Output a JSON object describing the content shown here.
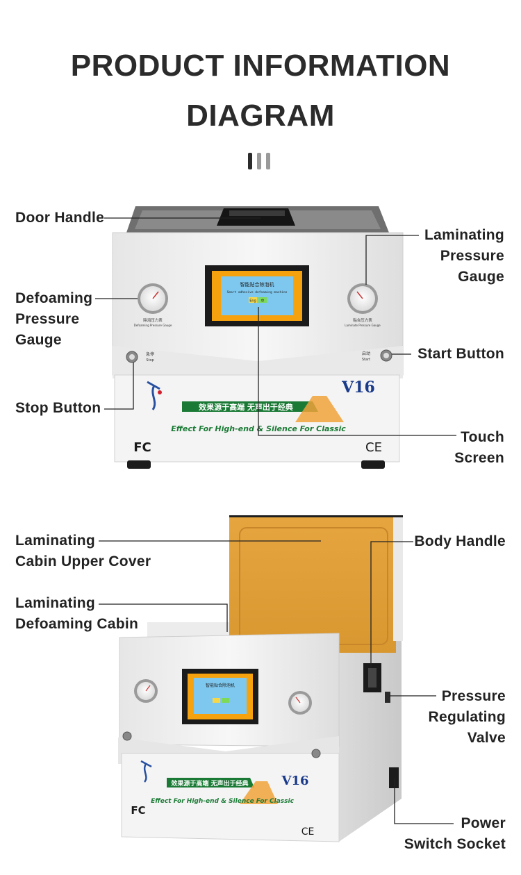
{
  "page": {
    "title_line1": "PRODUCT INFORMATION",
    "title_line2": "DIAGRAM"
  },
  "machine_print": {
    "screen_title_cn": "智能贴合除泡机",
    "screen_title_en": "Smart adhesive defoaming machine",
    "screen_button": "Eng",
    "screen_button2": "中",
    "model": "V16",
    "slogan_cn": "效果源于高端 无声出于经典",
    "slogan_en": "Effect For High-end & Silence For Classic",
    "fc_mark": "FC",
    "ce_mark": "CE",
    "gauge_left_cn": "除泡压力表",
    "gauge_left_en": "Defoaming Pressure Gauge",
    "gauge_right_cn": "贴合压力表",
    "gauge_right_en": "Laminate Pressure Gauge",
    "stop_cn": "急停",
    "stop_en": "Stop",
    "start_cn": "启动",
    "start_en": "Start"
  },
  "labels_top": {
    "door_handle": "Door Handle",
    "laminating_pressure_gauge": [
      "Laminating",
      "Pressure",
      "Gauge"
    ],
    "defoaming_pressure_gauge": [
      "Defoaming",
      "Pressure",
      "Gauge"
    ],
    "start_button": "Start Button",
    "stop_button": "Stop Button",
    "touch_screen": [
      "Touch",
      "Screen"
    ]
  },
  "labels_bottom": {
    "laminating_cabin_upper_cover": [
      "Laminating",
      "Cabin Upper Cover"
    ],
    "body_handle": "Body Handle",
    "laminating_defoaming_cabin": [
      "Laminating",
      "Defoaming Cabin"
    ],
    "pressure_regulating_valve": [
      "Pressure",
      "Regulating",
      "Valve"
    ],
    "power_switch_socket": [
      "Power",
      "Switch Socket"
    ]
  },
  "colors": {
    "title": "#2b2b2b",
    "machine_body": "#f1f1f1",
    "screen_orange": "#f5a20e",
    "screen_blue": "#7ec8ef",
    "cover_gold": "#e3a23b",
    "slogan_green": "#1a7a35",
    "model_blue": "#1a3a8a"
  }
}
